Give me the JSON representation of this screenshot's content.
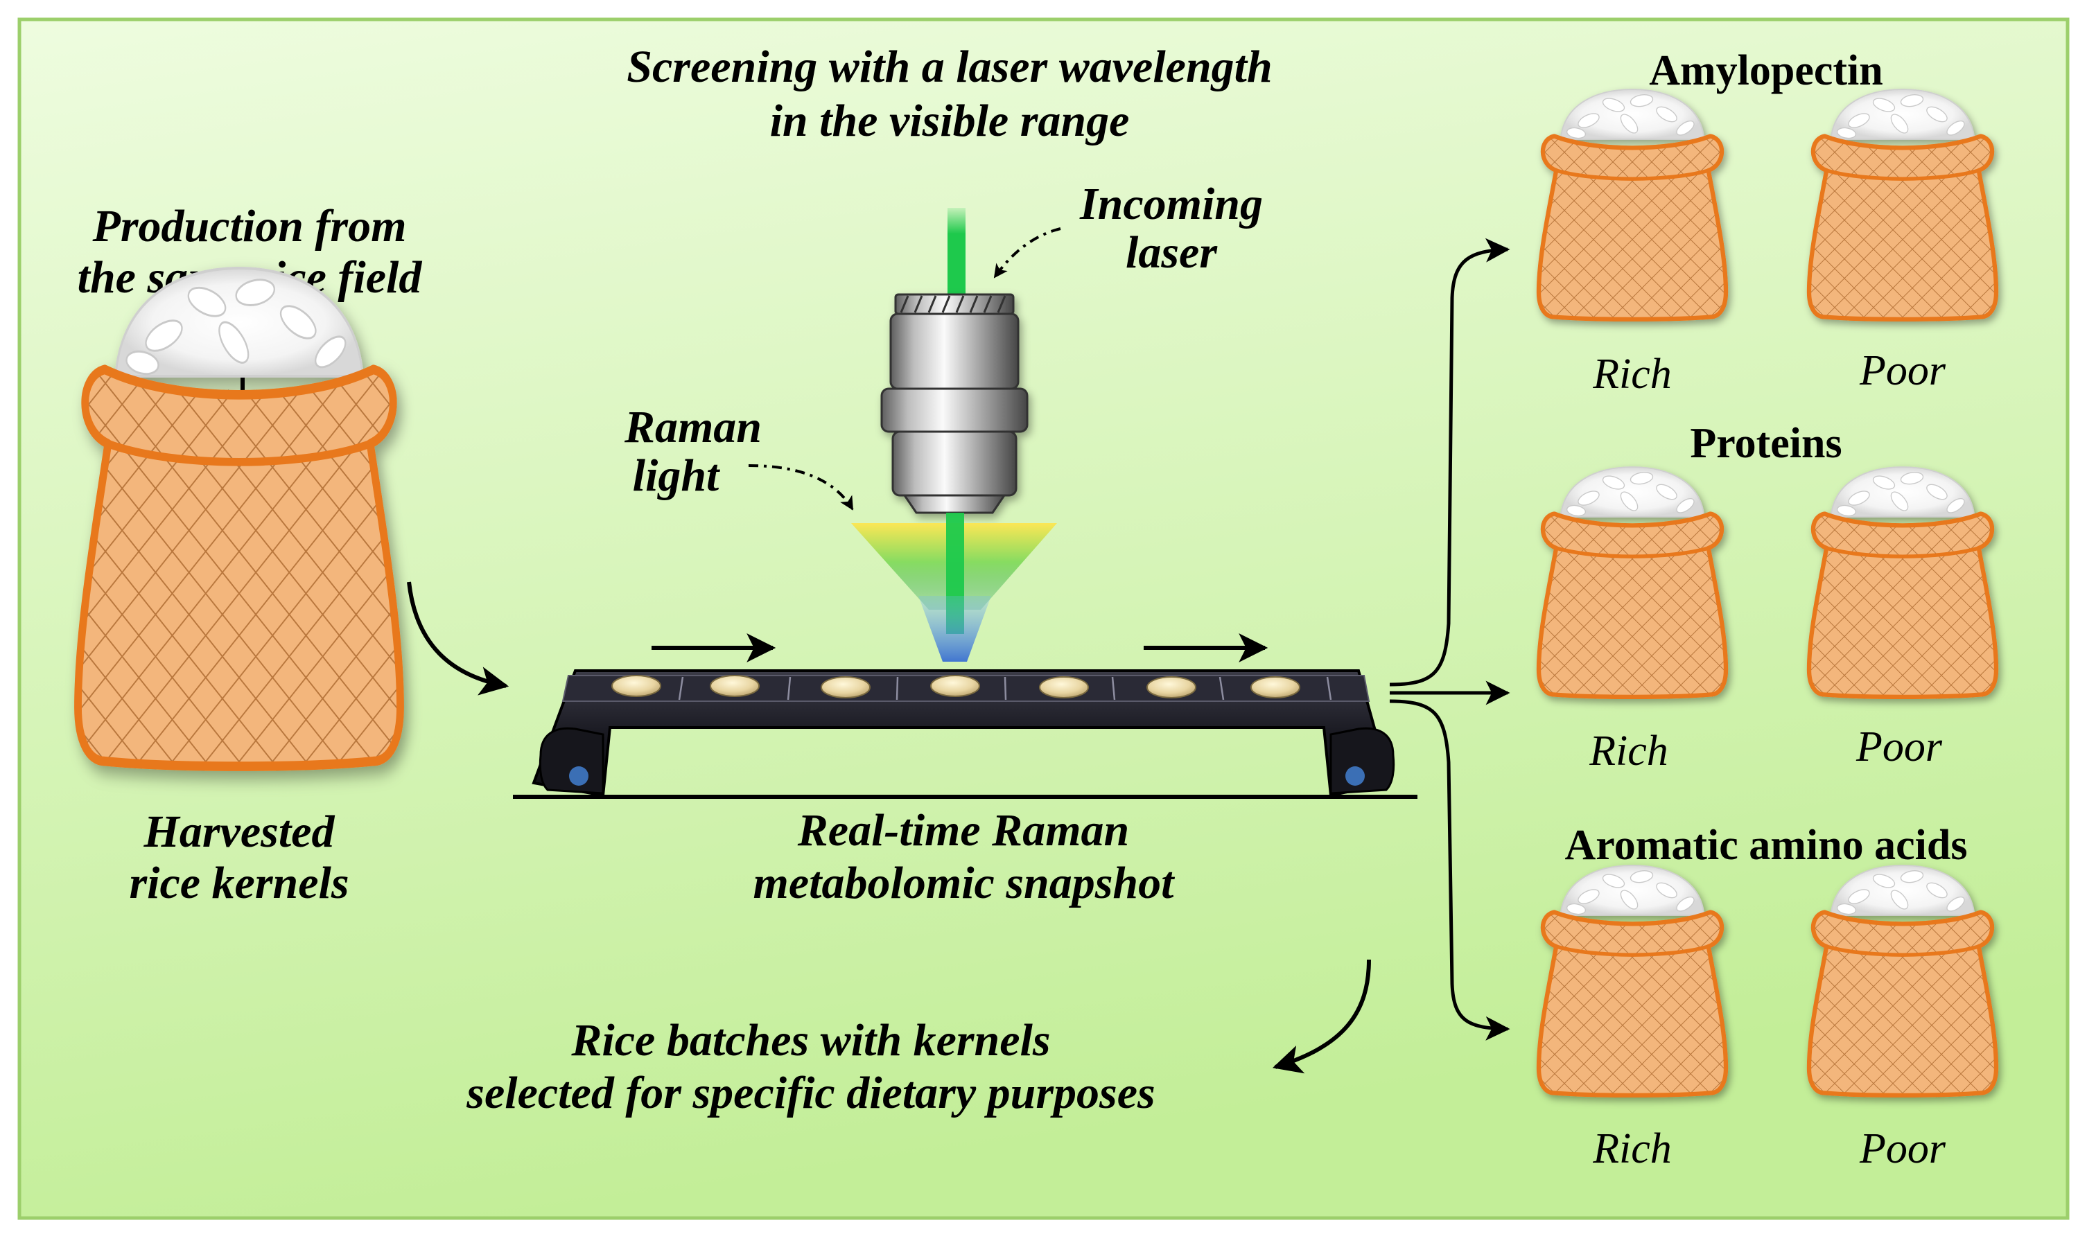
{
  "diagram": {
    "top_caption": [
      "Screening with a laser wavelength",
      "in the visible range"
    ],
    "production_label": [
      "Production from",
      "the same rice field"
    ],
    "harvested_label": [
      "Harvested",
      "rice kernels"
    ],
    "incoming_laser_label": [
      "Incoming",
      "laser"
    ],
    "raman_light_label": [
      "Raman",
      "light"
    ],
    "snapshot_label": [
      "Real-time Raman",
      "metabolomic snapshot"
    ],
    "batches_label": [
      "Rice batches with kernels",
      "selected for specific dietary purposes"
    ],
    "categories": [
      {
        "title": "Amylopectin",
        "rich": "Rich",
        "poor": "Poor"
      },
      {
        "title": "Proteins",
        "rich": "Rich",
        "poor": "Poor"
      },
      {
        "title": "Aromatic amino acids",
        "rich": "Rich",
        "poor": "Poor"
      }
    ]
  },
  "colors": {
    "background_top": "#e8fbd6",
    "background_bottom": "#c6ef9c",
    "frame": "#9ccf6b",
    "sack_fill": "#f2b47a",
    "sack_edge": "#e8781e",
    "laser": "#1ec94c",
    "scattered_light": "#4f8fe0",
    "conveyor": "#1c1c24"
  }
}
